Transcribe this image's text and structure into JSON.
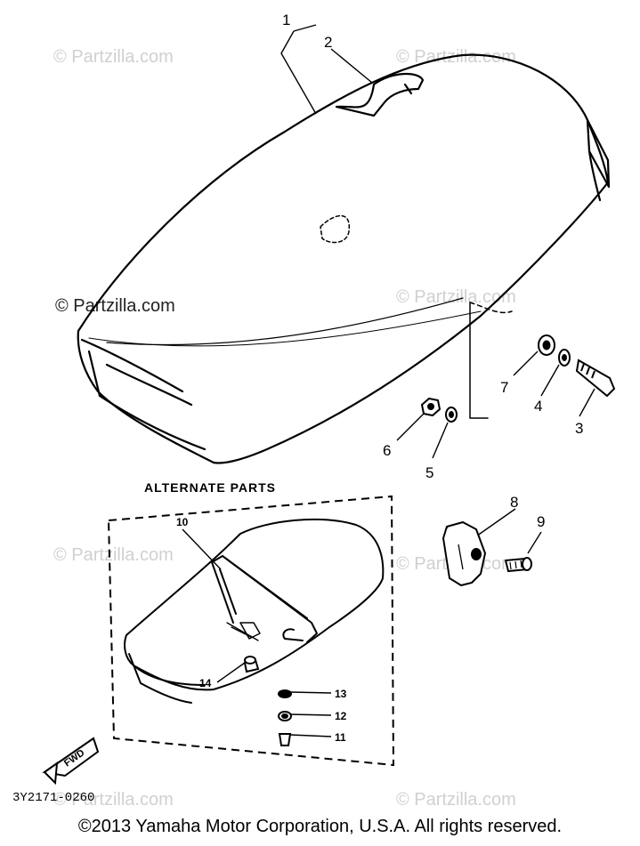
{
  "watermarks": [
    "© Partzilla.com",
    "© Partzilla.com",
    "© Partzilla.com",
    "© Partzilla.com",
    "© Partzilla.com",
    "© Partzilla.com",
    "© Partzilla.com",
    "© Partzilla.com"
  ],
  "callouts": {
    "c1": "1",
    "c2": "2",
    "c3": "3",
    "c4": "4",
    "c5": "5",
    "c6": "6",
    "c7": "7",
    "c8": "8",
    "c9": "9",
    "c10": "10",
    "c11": "11",
    "c12": "12",
    "c13": "13",
    "c14": "14"
  },
  "alternate_parts_title": "ALTERNATE PARTS",
  "fwd_label": "FWD",
  "diagram_code": "3Y2171-0260",
  "copyright": "©2013 Yamaha Motor Corporation, U.S.A. All rights reserved."
}
